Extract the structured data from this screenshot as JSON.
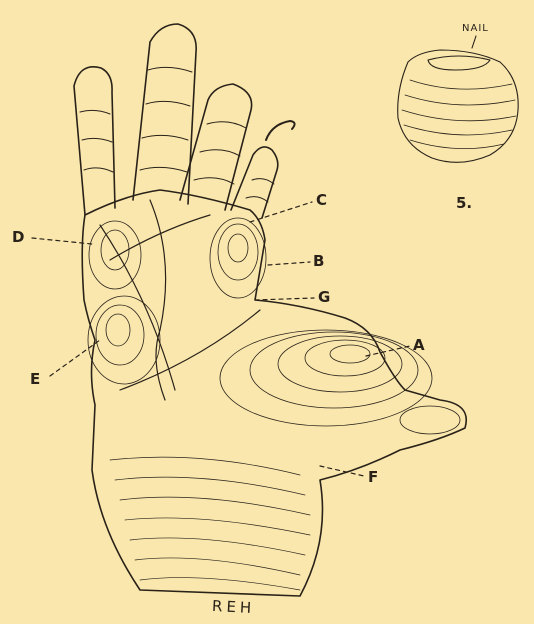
{
  "figure": {
    "labels": {
      "A": "A",
      "B": "B",
      "C": "C",
      "D": "D",
      "E": "E",
      "F": "F",
      "G": "G",
      "nail": "NAIL",
      "figure_number": "5.",
      "signature": "REH"
    },
    "colors": {
      "paper": "#f9e7ae",
      "ink": "#2a2219"
    }
  }
}
